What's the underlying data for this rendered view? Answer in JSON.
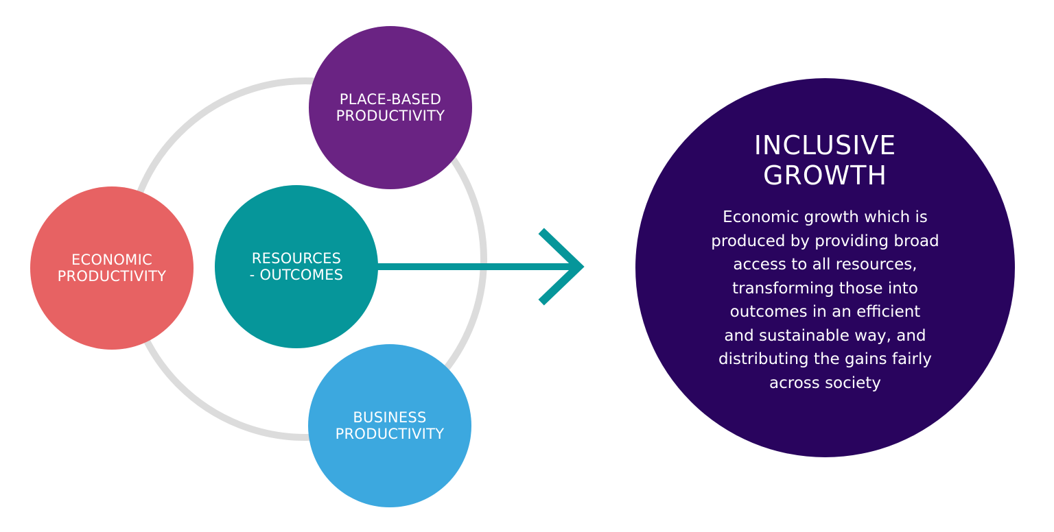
{
  "nodes": {
    "place_based": {
      "label": "PLACE-BASED\nPRODUCTIVITY",
      "color": "#6a2383"
    },
    "economic": {
      "label": "ECONOMIC\nPRODUCTIVITY",
      "color": "#e76263"
    },
    "resources": {
      "label": "RESOURCES\n- OUTCOMES",
      "color": "#06969a"
    },
    "business": {
      "label": "BUSINESS\nPRODUCTIVITY",
      "color": "#3ca8df"
    }
  },
  "inclusive_growth": {
    "title": "INCLUSIVE\nGROWTH",
    "description": "Economic growth which is\nproduced by providing broad\naccess to all resources,\ntransforming those into\noutcomes in an efficient\nand sustainable way, and\ndistributing the gains fairly\nacross society",
    "color": "#29045e"
  },
  "colors": {
    "ring": "#dcdcdc",
    "arrow": "#06969a",
    "background": "#ffffff"
  }
}
